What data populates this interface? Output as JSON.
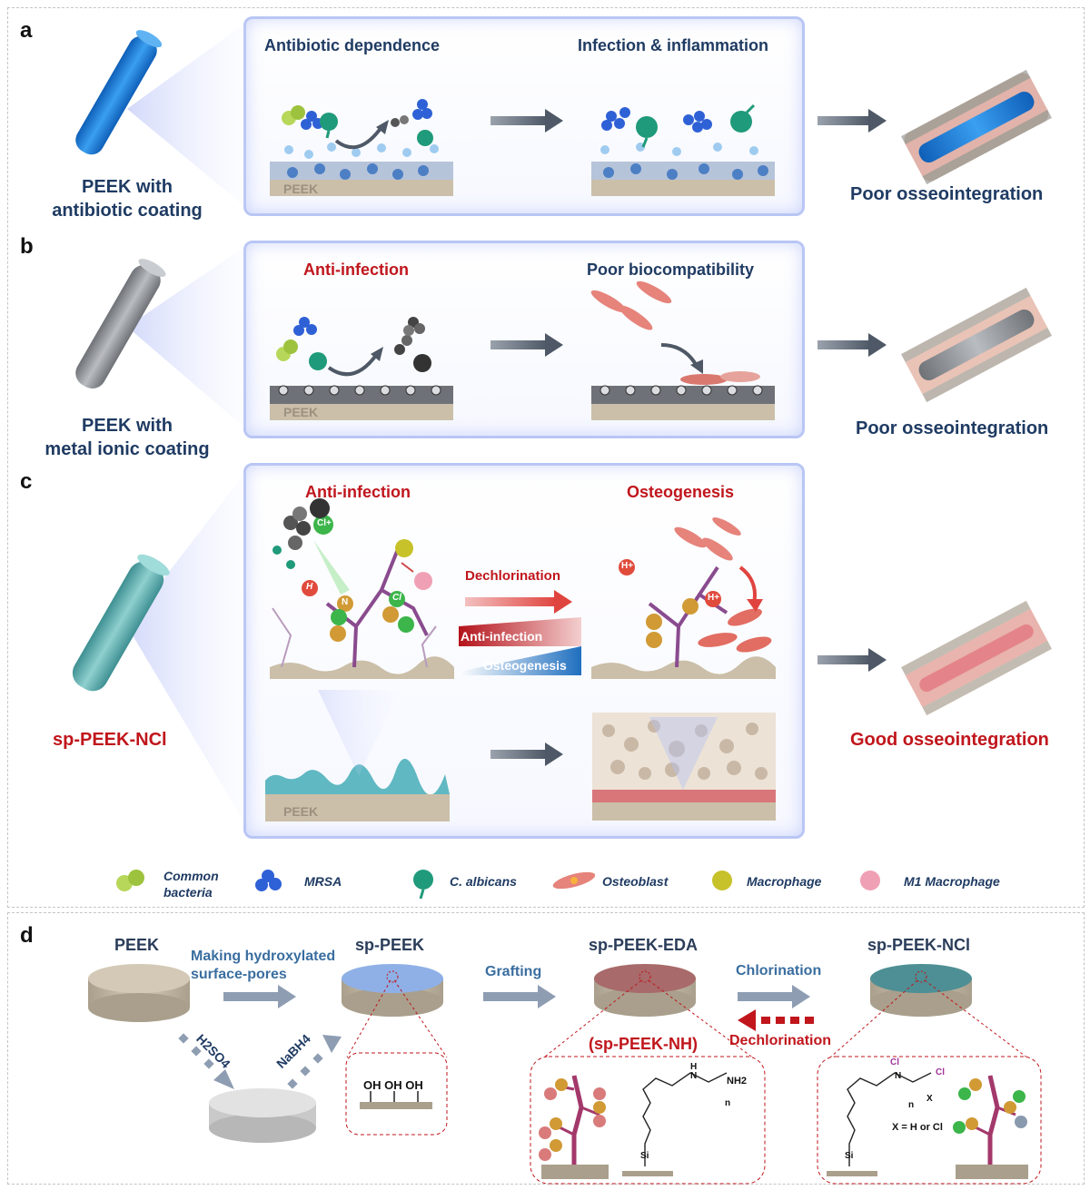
{
  "panels": {
    "a": {
      "letter": "a",
      "left_label_line1": "PEEK with",
      "left_label_line2": "antibiotic coating",
      "step1_title": "Antibiotic dependence",
      "step2_title": "Infection & inflammation",
      "substrate_label": "PEEK",
      "outcome": "Poor osseointegration"
    },
    "b": {
      "letter": "b",
      "left_label_line1": "PEEK with",
      "left_label_line2": "metal ionic coating",
      "step1_title": "Anti-infection",
      "step2_title": "Poor biocompatibility",
      "substrate_label": "PEEK",
      "outcome": "Poor osseointegration"
    },
    "c": {
      "letter": "c",
      "left_label": "sp-PEEK-NCl",
      "step1_title": "Anti-infection",
      "step2_title": "Osteogenesis",
      "process_label": "Dechlorination",
      "band_top": "Anti-infection",
      "band_bottom": "Osteogenesis",
      "substrate_label": "PEEK",
      "outcome": "Good osseointegration",
      "chem_labels": {
        "cl_plus": "Cl+",
        "n": "N",
        "h": "H",
        "cl": "Cl",
        "h_plus": "H+"
      }
    },
    "d": {
      "letter": "d",
      "stage1": "PEEK",
      "stage2": "sp-PEEK",
      "stage3": "sp-PEEK-EDA",
      "stage4": "sp-PEEK-NCl",
      "arrow1_line1": "Making hydroxylated",
      "arrow1_line2": "surface-pores",
      "arrow2": "Grafting",
      "arrow3": "Chlorination",
      "arrow_back": "Dechlorination",
      "subname": "(sp-PEEK-NH)",
      "reagent1": "H2SO4",
      "reagent2": "NaBH4",
      "oh_group": "OH OH OH",
      "x_def": "X = H or Cl",
      "nh2": "NH2",
      "chem_si": "Si",
      "chem_n": "N",
      "chem_h": "H",
      "chem_cl": "Cl",
      "chem_x": "X",
      "chem_n_sub": "n"
    }
  },
  "legend": [
    {
      "label_line1": "Common",
      "label_line2": "bacteria",
      "icon": "common-bacteria-icon"
    },
    {
      "label_line1": "MRSA",
      "label_line2": "",
      "icon": "mrsa-icon"
    },
    {
      "label_line1": "C. albicans",
      "label_line2": "",
      "icon": "c-albicans-icon"
    },
    {
      "label_line1": "Osteoblast",
      "label_line2": "",
      "icon": "osteoblast-icon"
    },
    {
      "label_line1": "Macrophage",
      "label_line2": "",
      "icon": "macrophage-icon"
    },
    {
      "label_line1": "M1 Macrophage",
      "label_line2": "",
      "icon": "m1-macrophage-icon"
    }
  ],
  "colors": {
    "navy": "#1f3b63",
    "red": "#c0161c",
    "blue_rod": "#1f7fd8",
    "gray_rod": "#8f9398",
    "teal_rod": "#5aaeb0",
    "peek_tan": "#cbbfa9",
    "frame_blue": "#b9c6f4"
  }
}
